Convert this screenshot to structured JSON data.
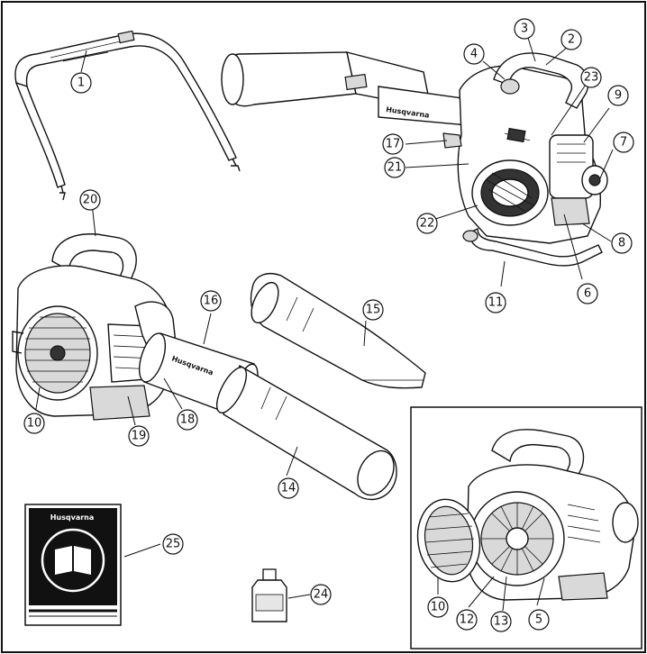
{
  "brand": "Husqvarna",
  "callouts": [
    {
      "id": "1",
      "label": "1"
    },
    {
      "id": "2",
      "label": "2"
    },
    {
      "id": "3",
      "label": "3"
    },
    {
      "id": "4",
      "label": "4"
    },
    {
      "id": "5",
      "label": "5"
    },
    {
      "id": "6",
      "label": "6"
    },
    {
      "id": "7",
      "label": "7"
    },
    {
      "id": "8",
      "label": "8"
    },
    {
      "id": "9",
      "label": "9"
    },
    {
      "id": "10a",
      "label": "10"
    },
    {
      "id": "10b",
      "label": "10"
    },
    {
      "id": "11",
      "label": "11"
    },
    {
      "id": "12",
      "label": "12"
    },
    {
      "id": "13",
      "label": "13"
    },
    {
      "id": "14",
      "label": "14"
    },
    {
      "id": "15",
      "label": "15"
    },
    {
      "id": "16",
      "label": "16"
    },
    {
      "id": "17",
      "label": "17"
    },
    {
      "id": "18",
      "label": "18"
    },
    {
      "id": "19",
      "label": "19"
    },
    {
      "id": "20",
      "label": "20"
    },
    {
      "id": "21",
      "label": "21"
    },
    {
      "id": "22",
      "label": "22"
    },
    {
      "id": "23",
      "label": "23"
    },
    {
      "id": "24",
      "label": "24"
    },
    {
      "id": "25",
      "label": "25"
    }
  ]
}
